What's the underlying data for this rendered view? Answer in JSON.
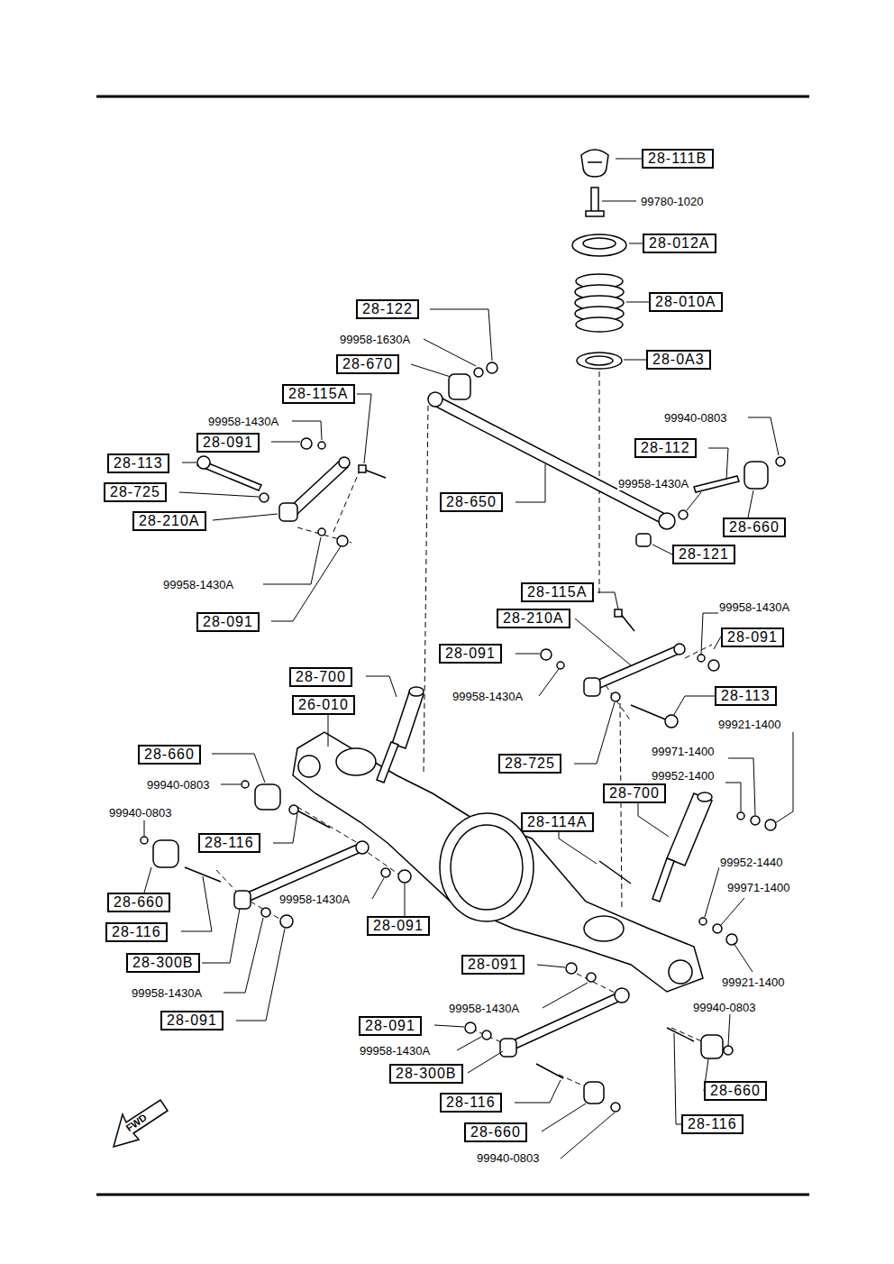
{
  "diagram": {
    "nodes": [
      {
        "text": [
          "28-111B"
        ]
      },
      {
        "text": [
          "28-012A"
        ]
      },
      {
        "text": [
          "28-010A"
        ]
      },
      {
        "text": [
          "28-0A3"
        ]
      },
      {
        "text": [
          "28-122"
        ]
      },
      {
        "text": [
          "28-670"
        ]
      },
      {
        "text": [
          "28-115A"
        ]
      },
      {
        "text": [
          "28-091"
        ]
      },
      {
        "text": [
          "28-113"
        ]
      },
      {
        "text": [
          "28-725"
        ]
      },
      {
        "text": [
          "28-210A"
        ]
      },
      {
        "text": [
          "28-091"
        ]
      },
      {
        "text": [
          "28-112"
        ]
      },
      {
        "text": [
          "28-650"
        ]
      },
      {
        "text": [
          "28-660"
        ]
      },
      {
        "text": [
          "28-121"
        ]
      },
      {
        "text": [
          "28-115A"
        ]
      },
      {
        "text": [
          "28-210A"
        ]
      },
      {
        "text": [
          "28-091"
        ]
      },
      {
        "text": [
          "28-091"
        ]
      },
      {
        "text": [
          "28-113"
        ]
      },
      {
        "text": [
          "28-700"
        ]
      },
      {
        "text": [
          "26-010"
        ]
      },
      {
        "text": [
          "28-725"
        ]
      },
      {
        "text": [
          "28-660"
        ]
      },
      {
        "text": [
          "28-700"
        ]
      },
      {
        "text": [
          "28-116"
        ]
      },
      {
        "text": [
          "28-114A"
        ]
      },
      {
        "text": [
          "28-660"
        ]
      },
      {
        "text": [
          "28-116"
        ]
      },
      {
        "text": [
          "28-091"
        ]
      },
      {
        "text": [
          "28-300B"
        ]
      },
      {
        "text": [
          "28-091"
        ]
      },
      {
        "text": [
          "28-091"
        ]
      },
      {
        "text": [
          "28-091"
        ]
      },
      {
        "text": [
          "28-300B"
        ]
      },
      {
        "text": [
          "28-660"
        ]
      },
      {
        "text": [
          "28-116"
        ]
      },
      {
        "text": [
          "28-116"
        ]
      },
      {
        "text": [
          "28-660"
        ]
      }
    ],
    "labels": [
      "99780-1020",
      "99958-1630A",
      "99958-1430A",
      "99958-1430A",
      "99940-0803",
      "99958-1430A",
      "99958-1430A",
      "99958-1430A",
      "99921-1400",
      "99971-1400",
      "99952-1400",
      "99940-0803",
      "99940-0803",
      "99952-1440",
      "99971-1400",
      "99958-1430A",
      "99921-1400",
      "99958-1430A",
      "99940-0803",
      "99958-1430A",
      "99958-1430A",
      "99940-0803",
      "FWD"
    ]
  }
}
